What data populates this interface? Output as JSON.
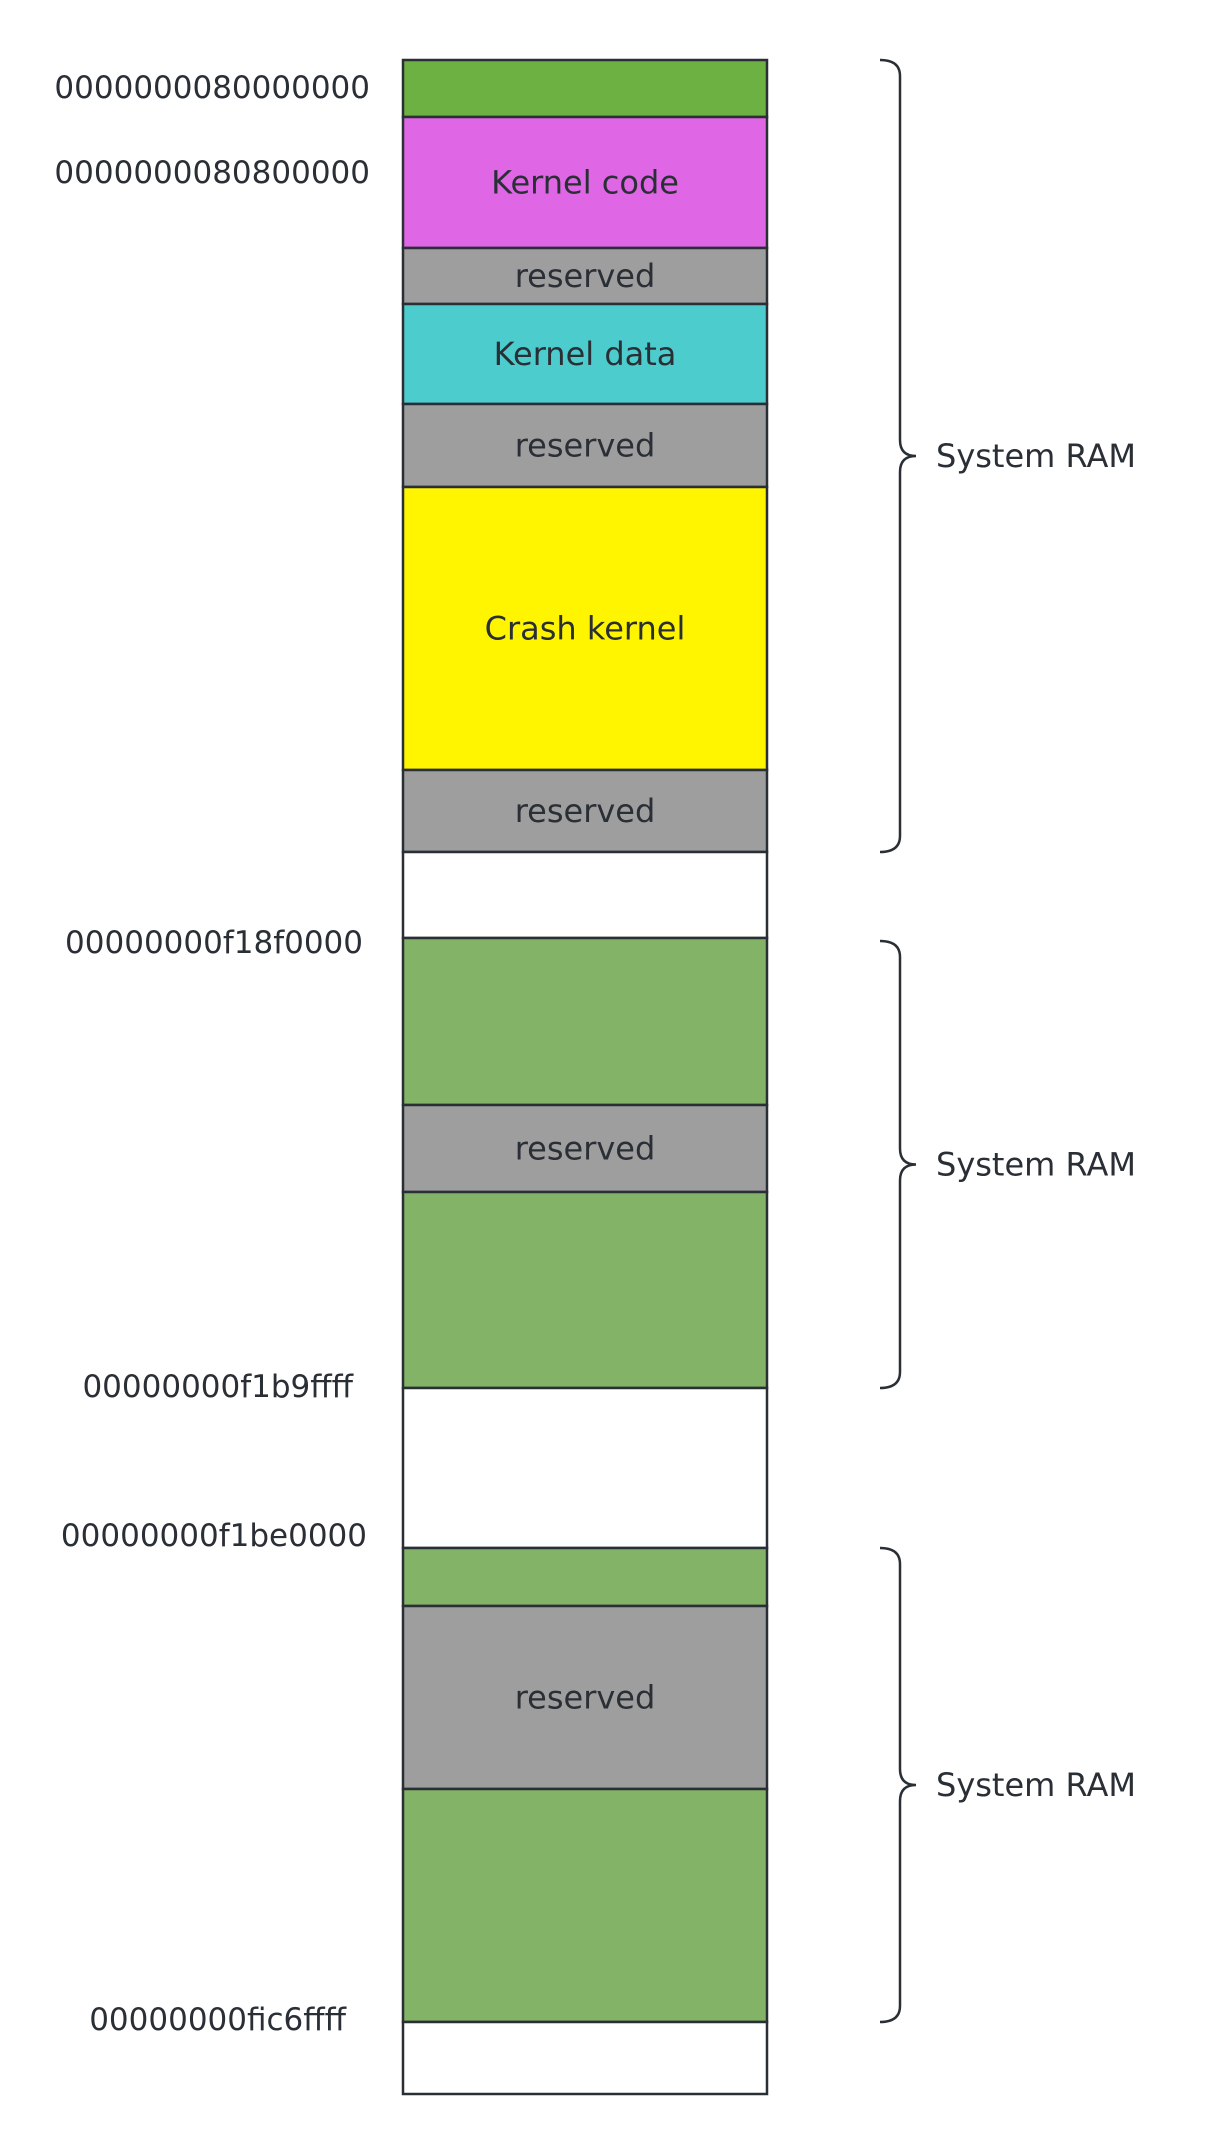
{
  "colors": {
    "green_top": "#6db142",
    "green": "#82b366",
    "magenta": "#df66e5",
    "gray": "#9e9e9e",
    "cyan": "#4ccccc",
    "yellow": "#fff500",
    "white": "#ffffff",
    "stroke": "#2a2f36"
  },
  "segments": [
    {
      "id": "ram-start",
      "label": "",
      "color": "green_top"
    },
    {
      "id": "kernel-code",
      "label": "Kernel code",
      "color": "magenta"
    },
    {
      "id": "reserved-1",
      "label": "reserved",
      "color": "gray"
    },
    {
      "id": "kernel-data",
      "label": "Kernel data",
      "color": "cyan"
    },
    {
      "id": "reserved-2",
      "label": "reserved",
      "color": "gray"
    },
    {
      "id": "crash-kernel",
      "label": "Crash kernel",
      "color": "yellow"
    },
    {
      "id": "reserved-3",
      "label": "reserved",
      "color": "gray"
    },
    {
      "id": "gap-1",
      "label": "",
      "color": "white"
    },
    {
      "id": "ram-2a",
      "label": "",
      "color": "green"
    },
    {
      "id": "reserved-4",
      "label": "reserved",
      "color": "gray"
    },
    {
      "id": "ram-2b",
      "label": "",
      "color": "green"
    },
    {
      "id": "gap-2",
      "label": "",
      "color": "white"
    },
    {
      "id": "ram-3a",
      "label": "",
      "color": "green"
    },
    {
      "id": "reserved-5",
      "label": "reserved",
      "color": "gray"
    },
    {
      "id": "ram-3b",
      "label": "",
      "color": "green"
    },
    {
      "id": "gap-3",
      "label": "",
      "color": "white"
    }
  ],
  "addresses": [
    "0000000080000000",
    "0000000080800000",
    "00000000f18f0000",
    "00000000f1b9ffff",
    "00000000f1be0000",
    "00000000fic6ffff"
  ],
  "groups": [
    {
      "label": "System RAM"
    },
    {
      "label": "System RAM"
    },
    {
      "label": "System RAM"
    }
  ]
}
